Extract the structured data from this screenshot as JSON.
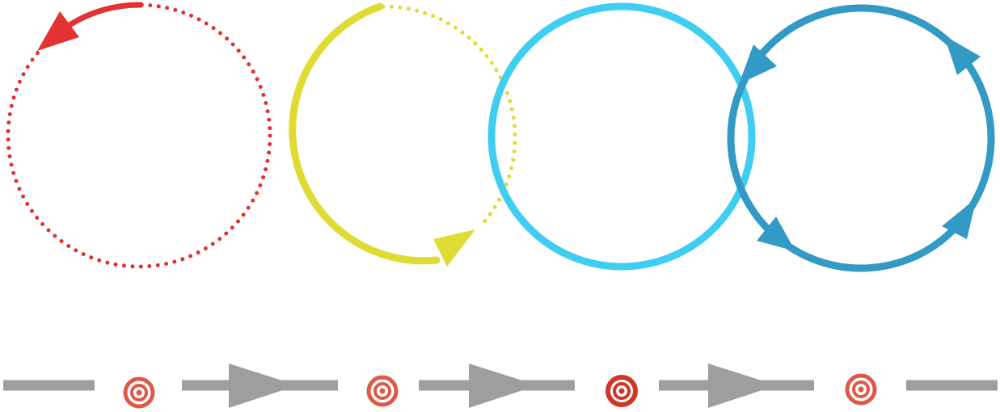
{
  "colors": {
    "red": "#e23232",
    "yellow": "#dedc33",
    "cyan": "#3fcdf2",
    "blue": "#329ac5",
    "gray": "#9e9e9e",
    "target": "#dd5a48",
    "target_active": "#d03526",
    "background": "#ffffff"
  },
  "cycle_stages": [
    {
      "name": "stage-1",
      "color": "red",
      "style": "dotted",
      "arrows": 1,
      "solid_arc": "partial"
    },
    {
      "name": "stage-2",
      "color": "yellow",
      "style": "half-solid",
      "arrows": 1,
      "solid_arc": "partial"
    },
    {
      "name": "stage-3",
      "color": "cyan",
      "style": "solid",
      "arrows": 0,
      "solid_arc": "full"
    },
    {
      "name": "stage-4",
      "color": "blue",
      "style": "solid",
      "arrows": 4,
      "solid_arc": "full"
    }
  ],
  "timeline": {
    "markers": [
      {
        "name": "target-1",
        "icon": "target-icon",
        "active": false
      },
      {
        "name": "target-2",
        "icon": "target-icon",
        "active": false
      },
      {
        "name": "target-3",
        "icon": "target-icon",
        "active": true
      },
      {
        "name": "target-4",
        "icon": "target-icon",
        "active": false
      }
    ],
    "arrows": 3
  }
}
